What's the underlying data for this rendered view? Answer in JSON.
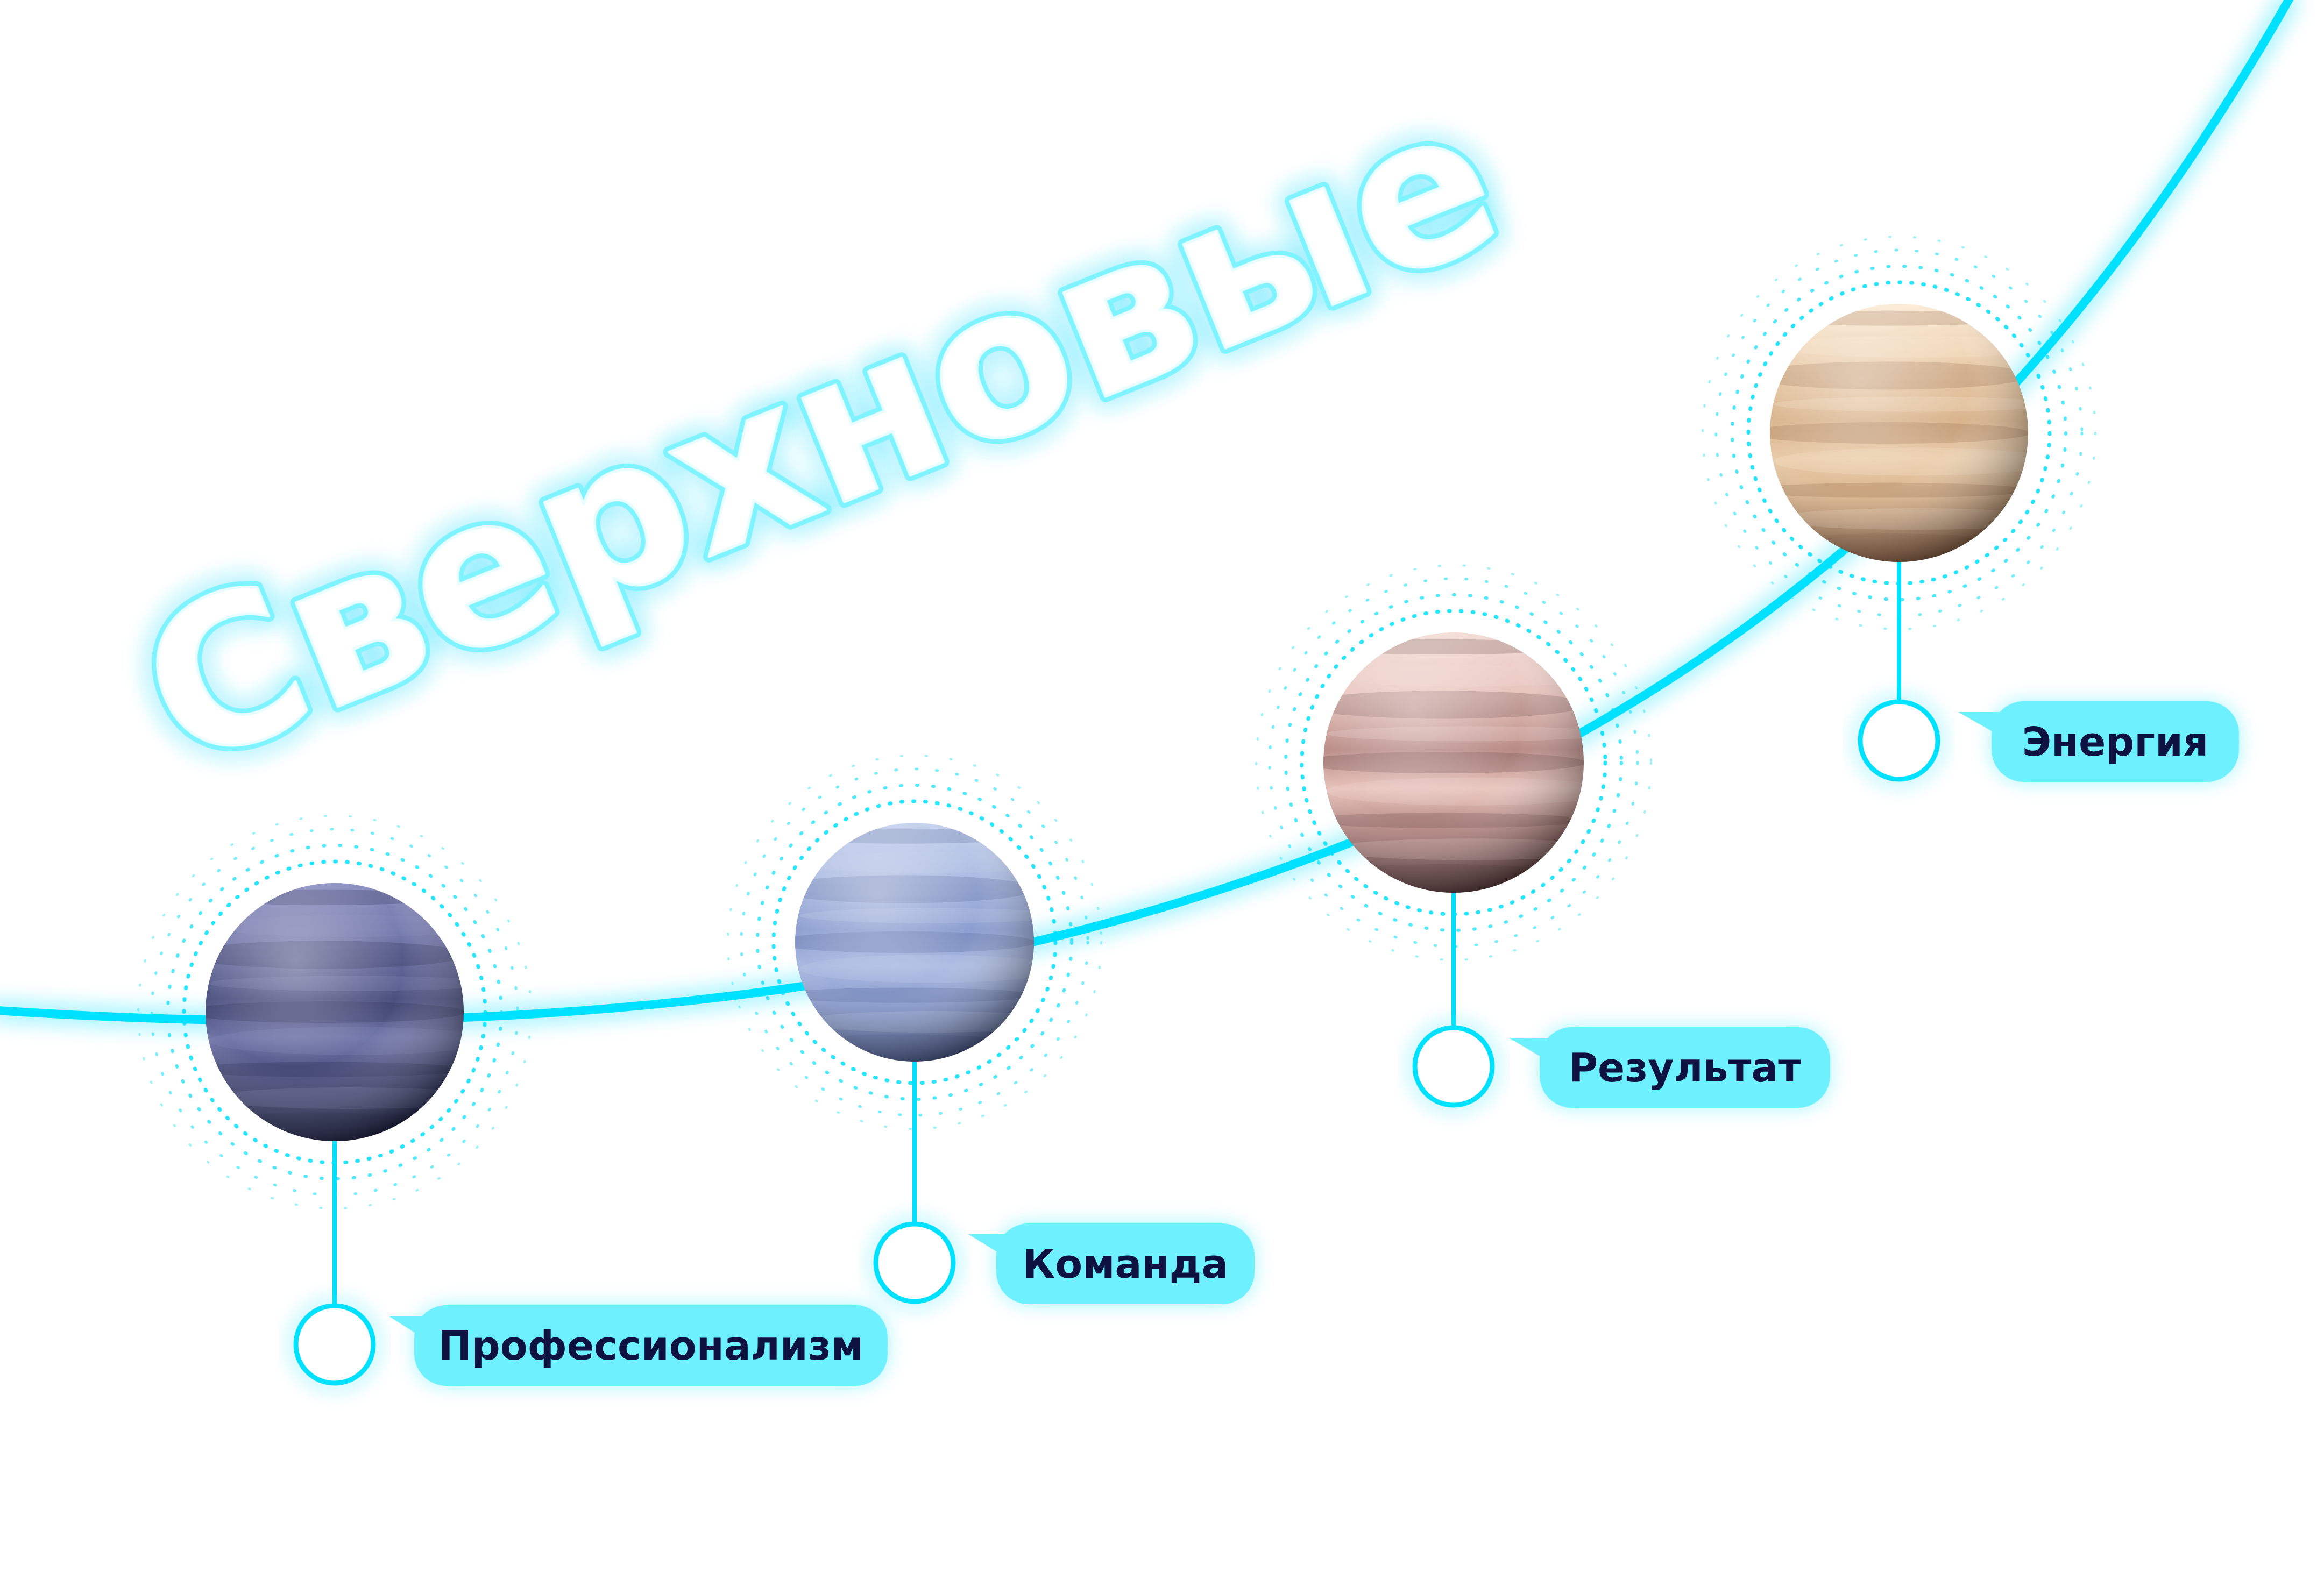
{
  "title": "Сверхновые",
  "colors": {
    "accent": "#00e0ff",
    "pill": "#6ff0ff",
    "label_text": "#0d1240",
    "background": "#ffffff"
  },
  "planets": [
    {
      "label": "Профессионализм",
      "palette": [
        "#8a8fc0",
        "#4a4f7e",
        "#1e2146",
        "#6d72a4"
      ]
    },
    {
      "label": "Команда",
      "palette": [
        "#c5d2ee",
        "#8c9ed0",
        "#4a5a8e",
        "#a8b8e0"
      ]
    },
    {
      "label": "Результат",
      "palette": [
        "#f3dcd6",
        "#b88a85",
        "#5a3a3c",
        "#e7c2ba"
      ]
    },
    {
      "label": "Энергия",
      "palette": [
        "#fbebd6",
        "#d9b48c",
        "#8a5e40",
        "#e9cba8"
      ]
    }
  ]
}
